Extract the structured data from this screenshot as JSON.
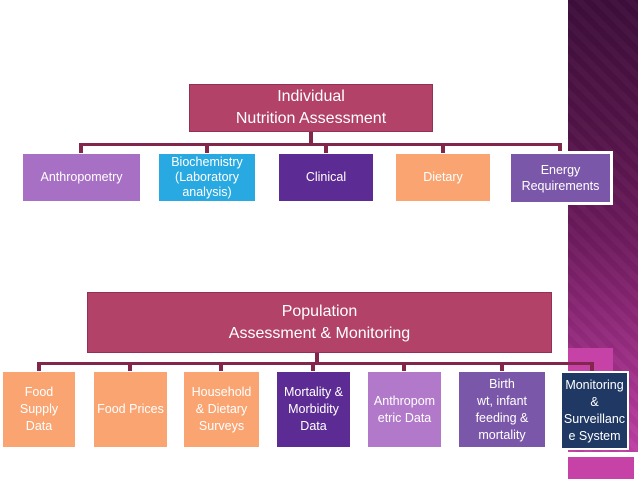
{
  "slide": {
    "background": "#FFFFFF"
  },
  "colors": {
    "parent_rose": "#B24267",
    "parent_border": "#943058",
    "connector_maroon": "#82274B",
    "orchid_purple": "#A770C4",
    "light_orchid_purple": "#B279CA",
    "bright_blue": "#29A9E1",
    "dark_purple": "#5C2B93",
    "orange": "#F9A471",
    "medium_purple": "#7A57A8",
    "navy_blue": "#1F3864",
    "sidebar_gradient_top": "#3E0E3B",
    "sidebar_gradient_bottom": "#C040A5",
    "magenta_accent": "#C742A7"
  },
  "tree1": {
    "parent": {
      "label": "Individual Nutrition Assessment",
      "lines": [
        "Individual",
        "Nutrition Assessment"
      ]
    },
    "children": [
      {
        "label": "Anthropometry",
        "lines": [
          "Anthropometry"
        ]
      },
      {
        "label": "Biochemistry (Laboratory analysis)",
        "lines": [
          "Biochemistry",
          "(Laboratory",
          "analysis)"
        ]
      },
      {
        "label": "Clinical",
        "lines": [
          "Clinical"
        ]
      },
      {
        "label": "Dietary",
        "lines": [
          "Dietary"
        ]
      },
      {
        "label": "Energy Requirements",
        "lines": [
          "Energy",
          "Requirements"
        ]
      }
    ]
  },
  "tree2": {
    "parent": {
      "label": "Population Assessment & Monitoring",
      "lines": [
        "Population",
        "Assessment & Monitoring"
      ]
    },
    "children": [
      {
        "label": "Food Supply Data",
        "lines": [
          "Food",
          "Supply",
          "Data"
        ]
      },
      {
        "label": "Food Prices",
        "lines": [
          "Food Prices"
        ]
      },
      {
        "label": "Household & Dietary Surveys",
        "lines": [
          "Household",
          "& Dietary",
          "Surveys"
        ]
      },
      {
        "label": "Mortality & Morbidity Data",
        "lines": [
          "Mortality &",
          "Morbidity",
          "Data"
        ]
      },
      {
        "label": "Anthropometric Data",
        "lines": [
          "Anthropom",
          "etric Data"
        ]
      },
      {
        "label": "Birth wt, infant feeding & mortality",
        "lines": [
          "Birth",
          "wt, infant",
          "feeding &",
          "mortality"
        ]
      },
      {
        "label": "Monitoring & Surveillance System",
        "lines": [
          "Monitoring",
          "&",
          "Surveillanc",
          "e System"
        ]
      }
    ]
  }
}
